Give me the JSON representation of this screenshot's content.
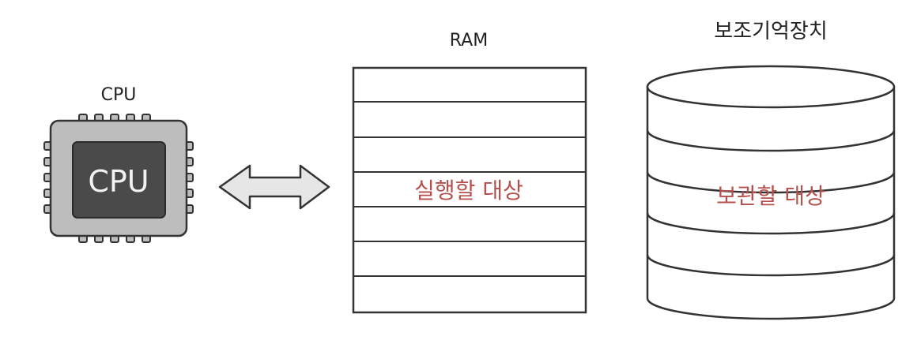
{
  "cpu": {
    "title": "CPU",
    "chip_label": "CPU"
  },
  "ram": {
    "title": "RAM",
    "content_label": "실행할 대상"
  },
  "storage": {
    "title": "보조기억장치",
    "content_label": "보관할 대상"
  },
  "colors": {
    "stroke": "#333333",
    "chip_outer": "#bdbdbd",
    "chip_inner": "#4a4a4a",
    "arrow_fill": "#e6e6e6",
    "accent_text": "#b5504c"
  }
}
